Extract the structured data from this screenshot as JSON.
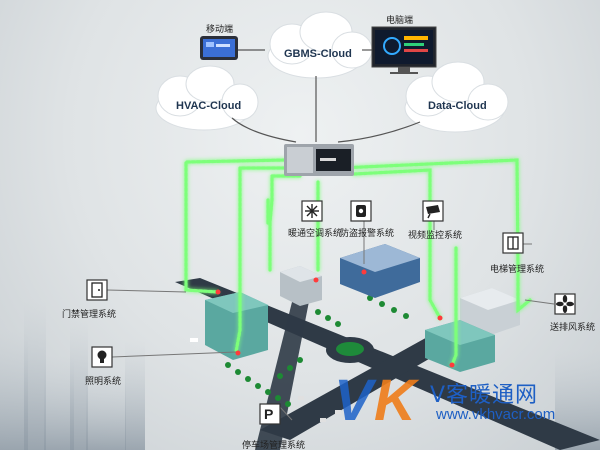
{
  "clouds": {
    "gbms": "GBMS-Cloud",
    "hvac": "HVAC-Cloud",
    "data": "Data-Cloud"
  },
  "devices": {
    "mobile": "移动端",
    "pc": "电脑端"
  },
  "systems": {
    "hvac_control": "暖通空调系统",
    "security_alarm": "防盗报警系统",
    "video_monitor": "视频监控系统",
    "elevator": "电梯管理系统",
    "access_control": "门禁管理系统",
    "lighting": "照明系统",
    "ventilation": "送排风系统",
    "parking": "停车场管理系统"
  },
  "watermark": {
    "logo_v": "V",
    "logo_k": "K",
    "brand": "V客暖通网",
    "url": "www.vkhvacr.com"
  },
  "colors": {
    "led_green": "#7dff7a",
    "cloud_fill": "#ffffff",
    "road": "#2f3a46",
    "roundabout": "#1e8a3a",
    "building": "#5aa8a0",
    "watermark_blue": "#1e63c9",
    "watermark_orange": "#ef7d1a"
  },
  "icons": [
    "snowflake-icon",
    "alarm-icon",
    "cctv-camera-icon",
    "elevator-icon",
    "door-icon",
    "lightbulb-icon",
    "fan-icon",
    "parking-icon"
  ]
}
